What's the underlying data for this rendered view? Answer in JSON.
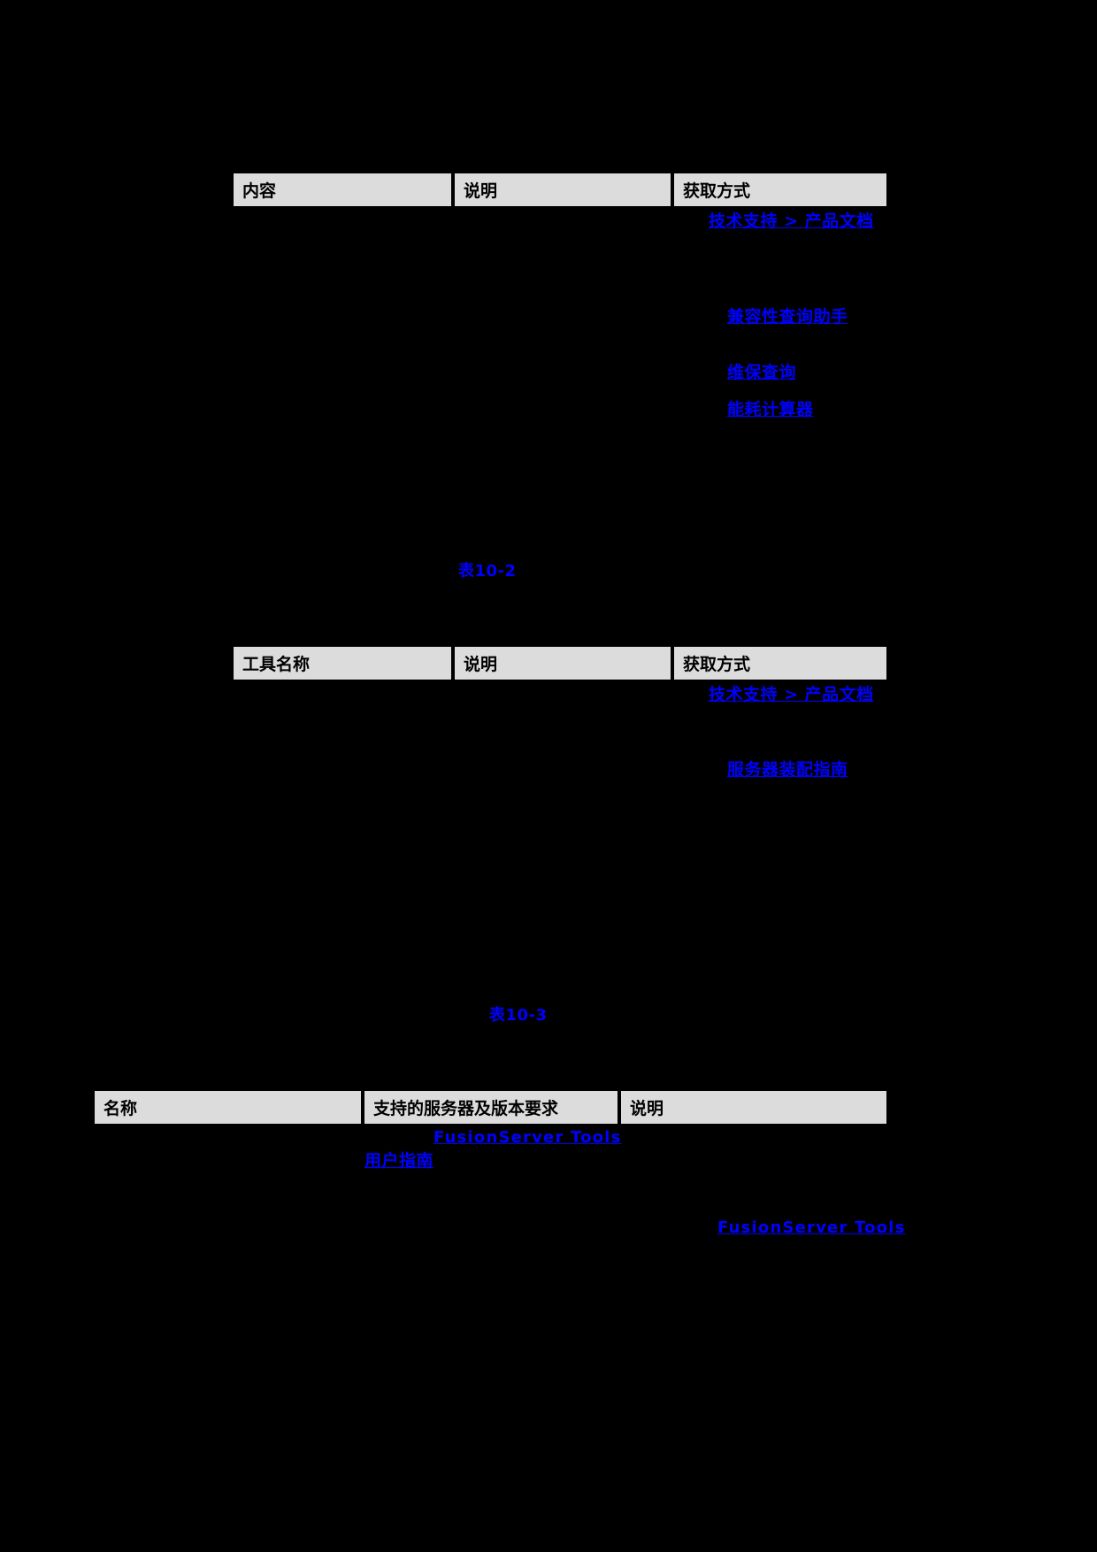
{
  "page": {
    "background_color": "#000000",
    "link_color": "#0000FF",
    "table_header_bg": "#DCDCDC",
    "table_border_color": "#000000"
  },
  "tables": [
    {
      "id": "table-1",
      "headers": [
        "内容",
        "说明",
        "获取方式"
      ]
    },
    {
      "id": "table-2",
      "headers": [
        "工具名称",
        "说明",
        "获取方式"
      ]
    },
    {
      "id": "table-3",
      "headers": [
        "名称",
        "支持的服务器及版本要求",
        "说明"
      ]
    }
  ],
  "captions": {
    "table_10_2": "表10-2",
    "table_10_3": "表10-3"
  },
  "links": {
    "support_product_doc_1": "技术支持 > 产品文档",
    "compatibility_assistant": "兼容性查询助手",
    "warranty_query": "维保查询",
    "power_calculator": "能耗计算器",
    "support_product_doc_2": "技术支持 > 产品文档",
    "server_assembly_guide": "服务器装配指南",
    "fusionserver_tools_1": "FusionServer Tools",
    "user_guide": "用户指南",
    "fusionserver_tools_2": "FusionServer Tools"
  }
}
